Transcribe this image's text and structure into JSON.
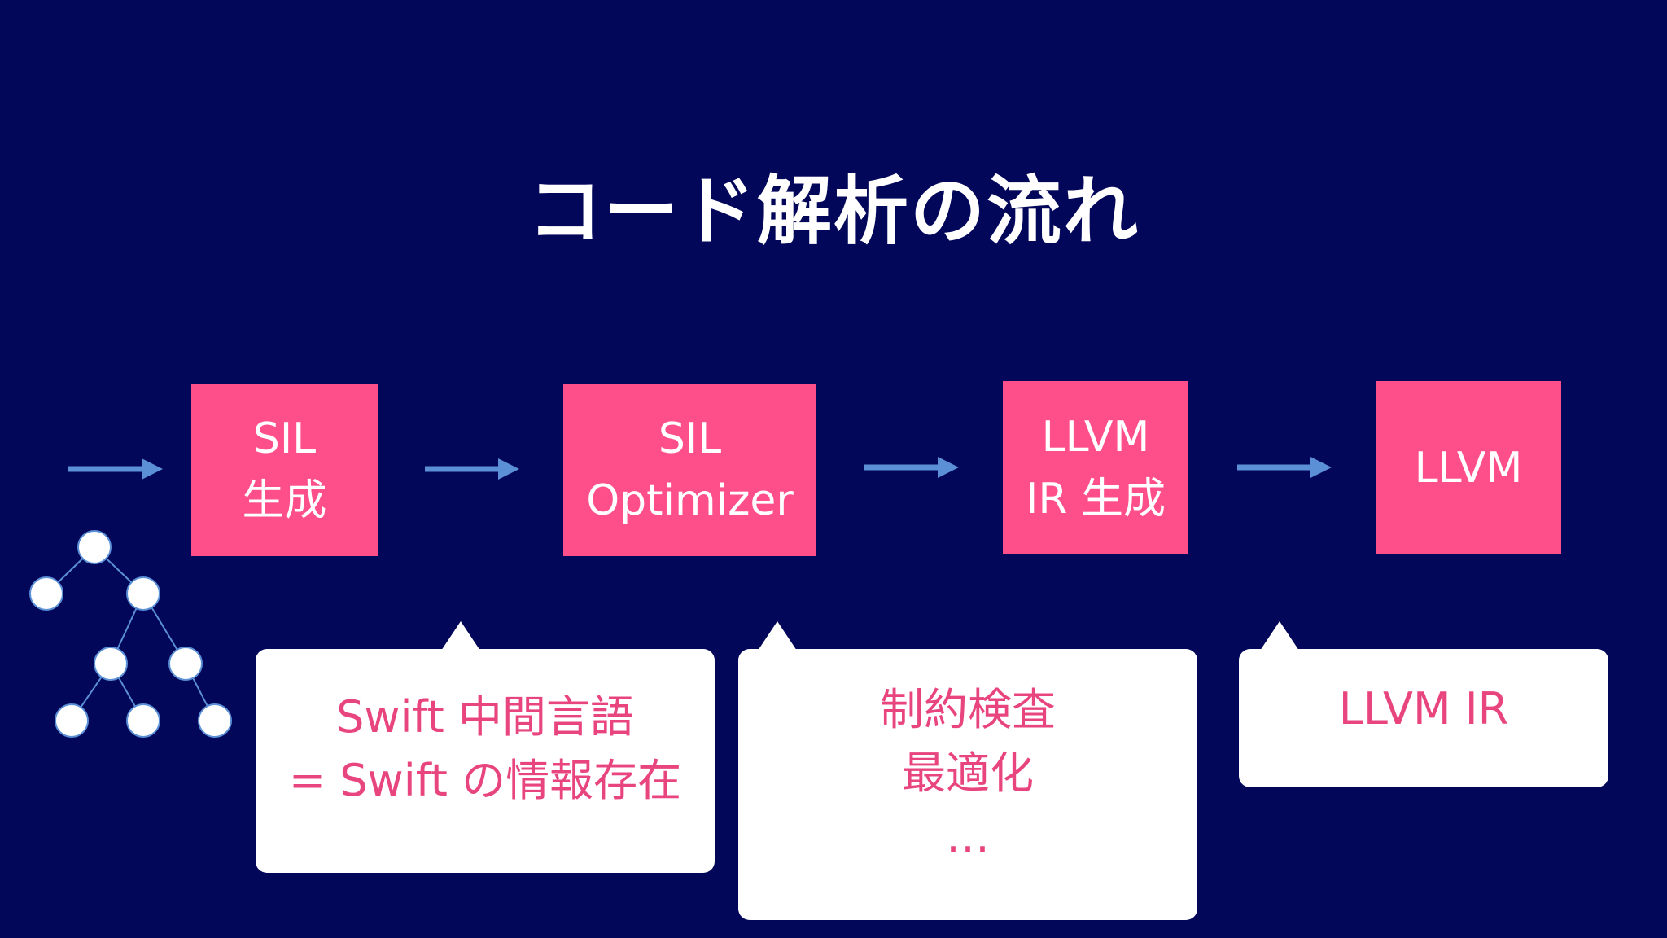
{
  "title": "コード解析の流れ",
  "stages": [
    {
      "line1": "SIL",
      "line2": "生成"
    },
    {
      "line1": "SIL",
      "line2": "Optimizer"
    },
    {
      "line1": "LLVM",
      "line2": "IR 生成"
    },
    {
      "line1": "LLVM",
      "line2": ""
    }
  ],
  "callouts": [
    {
      "lines": [
        "Swift 中間言語",
        "= Swift の情報存在"
      ]
    },
    {
      "lines": [
        "制約検査",
        "最適化",
        "…"
      ]
    },
    {
      "lines": [
        "LLVM IR"
      ]
    }
  ],
  "icons": {
    "arrow": "arrow-right-icon",
    "tree": "syntax-tree-icon"
  },
  "colors": {
    "background": "#03075a",
    "stage": "#ff4f8b",
    "callout_text": "#e8457f",
    "arrow": "#5b8fd6"
  }
}
